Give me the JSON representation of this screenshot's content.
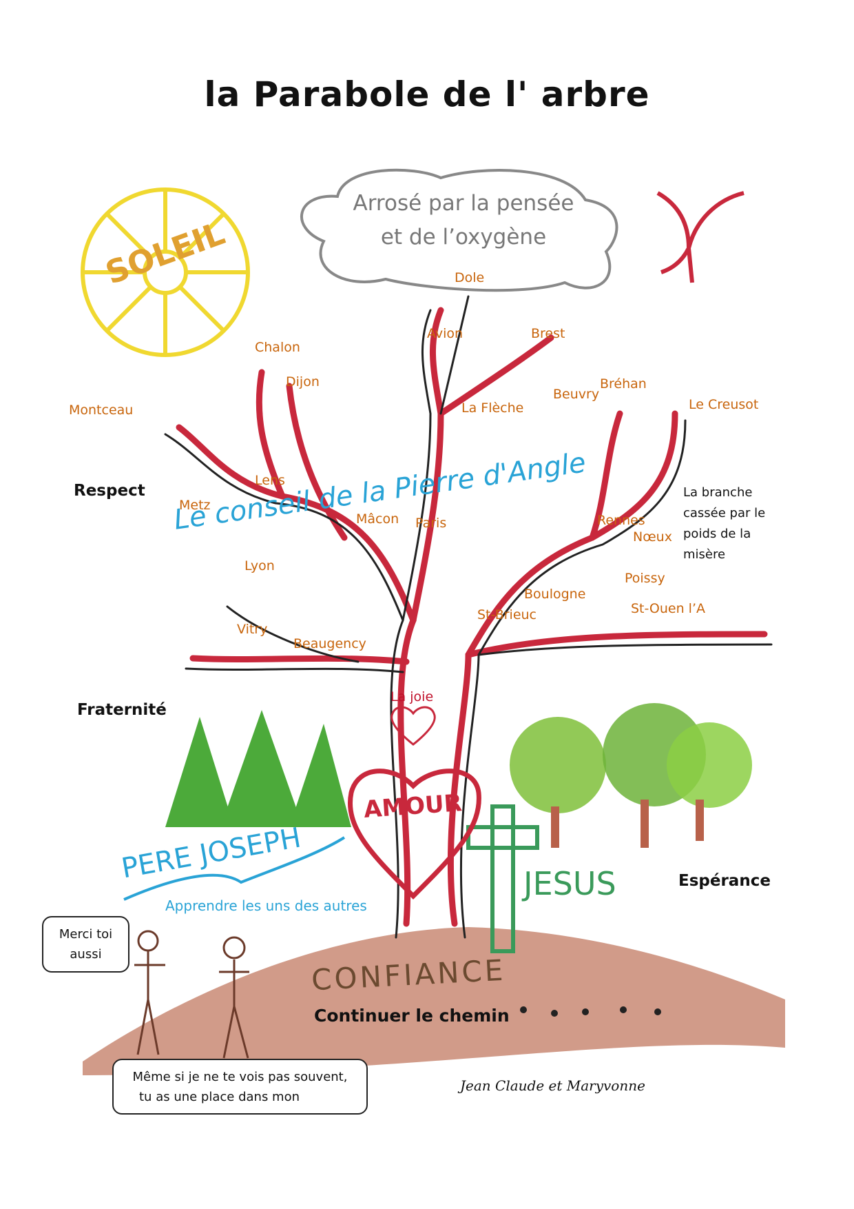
{
  "title": "la Parabole de l' arbre",
  "cloud": {
    "line1": "Arrosé par la pensée",
    "line2": "et de l’oxygène"
  },
  "places": [
    "Dole",
    "Avion",
    "Brest",
    "Chalon",
    "Dijon",
    "Montceau",
    "La Flèche",
    "Beuvry",
    "Bréhan",
    "Le Creusot",
    "Lens",
    "Metz",
    "Mâcon",
    "Paris",
    "Rennes",
    "Nœux",
    "Lyon",
    "Poissy",
    "Boulogne",
    "St-Ouen l’A",
    "St-Brieuc",
    "Vitry",
    "Beaugency"
  ],
  "virtues": {
    "respect": "Respect",
    "fraternite": "Fraternité",
    "esperance": "Espérance"
  },
  "broken_branch_note": [
    "La branche",
    "cassée par le",
    "poids de la",
    "misère"
  ],
  "joy": "La joie",
  "learn": "Apprendre les uns des autres",
  "continue": "Continuer le chemin",
  "bubble_thanks": [
    "Merci toi",
    "aussi"
  ],
  "bubble_place": [
    "Même si je ne te vois pas souvent,",
    "tu as une place dans mon"
  ],
  "signature": "Jean Claude et Maryvonne",
  "drawn_words": {
    "sun": "SOLEIL",
    "stone": "Le conseil de la Pierre d'Angle",
    "father": "PERE JOSEPH",
    "love": "AMOUR",
    "jesus": "JESUS",
    "trust": "CONFIANCE"
  },
  "colors": {
    "label": "#c8650c",
    "learn": "#29a3d6",
    "joy": "#c0102a",
    "trunk": "#c8283c",
    "hill": "#b8614a"
  }
}
